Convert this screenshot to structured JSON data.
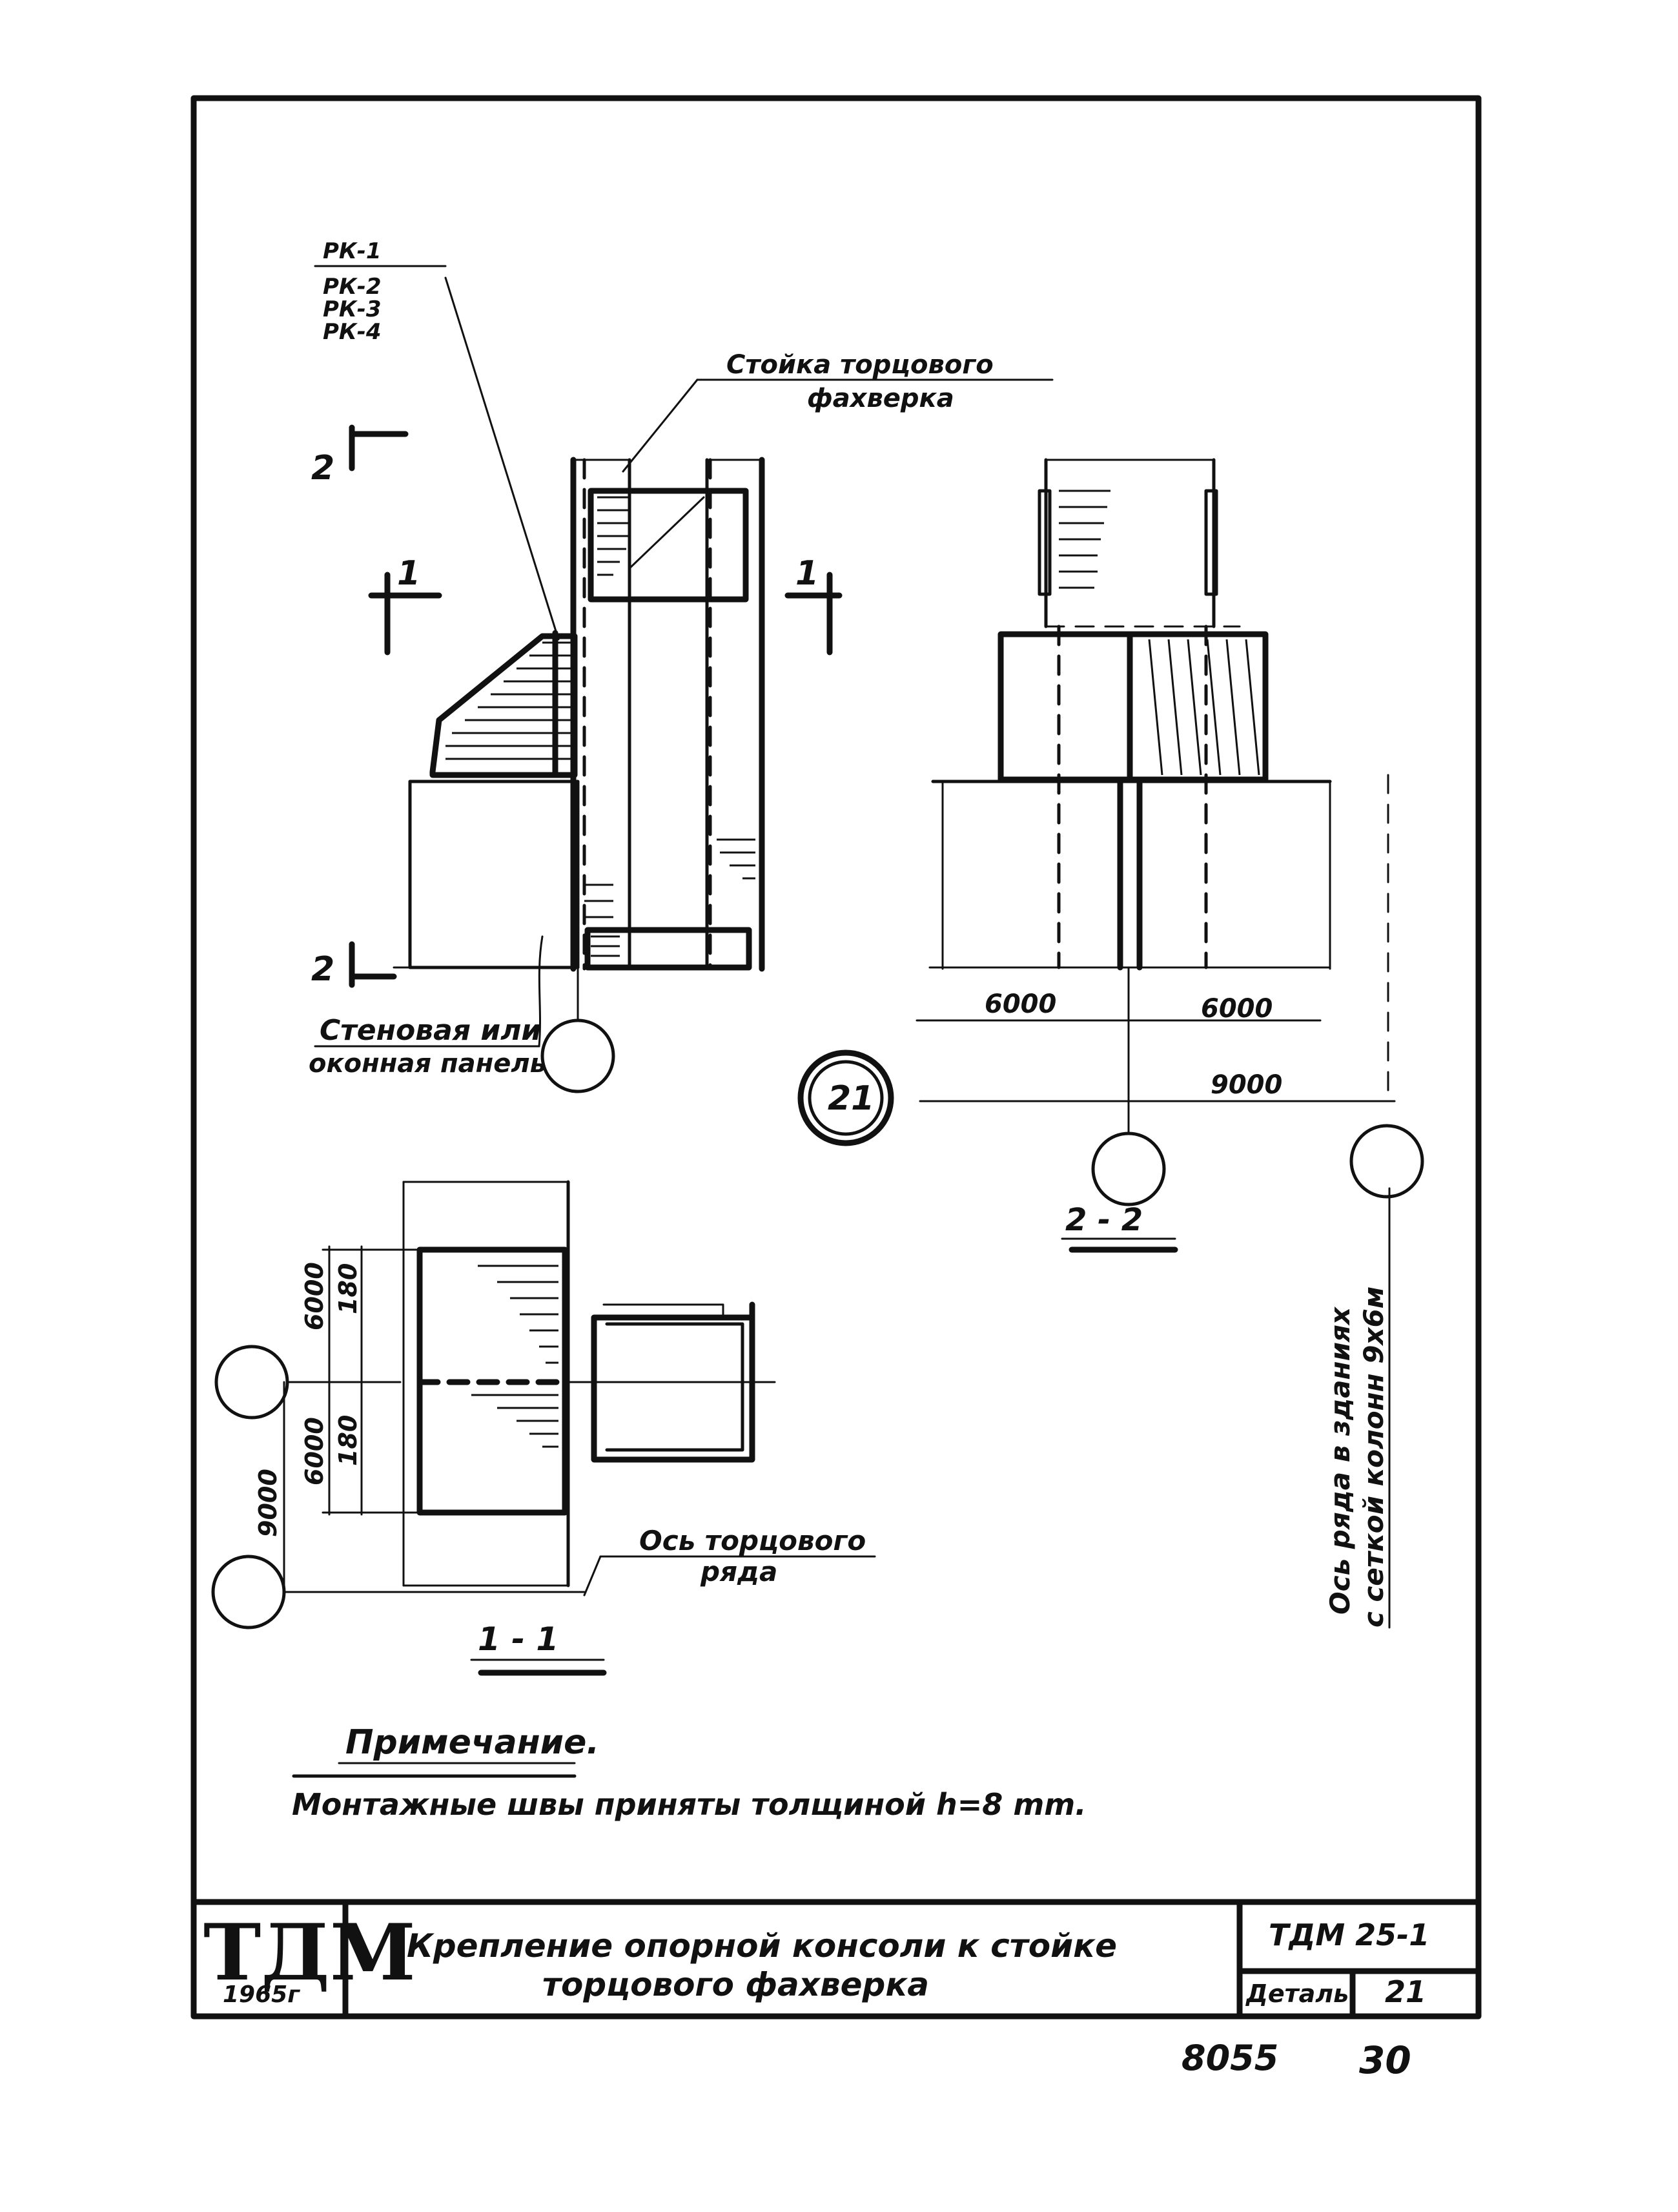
{
  "labels": {
    "rk": [
      "РК-1",
      "РК-2",
      "РК-3",
      "РК-4"
    ],
    "column_label": [
      "Стойка торцового",
      "фахверка"
    ],
    "panel_label": [
      "Стеновая или",
      "оконная панель"
    ],
    "end_axis_label": [
      "Ось торцового",
      "ряда"
    ],
    "row_axis_label": [
      "Ось ряда в зданиях",
      "с сеткой колонн 9х6м"
    ],
    "section_mark_1": "1",
    "section_mark_2": "2",
    "detail_number": "21",
    "section_1_title": "1 - 1",
    "section_2_title": "2 - 2"
  },
  "dimensions": {
    "span_left": "6000",
    "span_right": "6000",
    "span_9000": "9000",
    "v_6000_top": "6000",
    "v_6000_bottom": "6000",
    "v_9000": "9000",
    "v_180_top": "180",
    "v_180_bottom": "180"
  },
  "note": {
    "title": "Примечание.",
    "text": "Монтажные швы приняты толщиной h=8 mm."
  },
  "title_block": {
    "logo": "ТДМ",
    "year": "1965г",
    "title_line1": "Крепление опорной консоли к стойке",
    "title_line2": "торцового фахверка",
    "series": "ТДМ 25-1",
    "detail_label": "Деталь",
    "detail_value": "21"
  },
  "footer": {
    "number_left": "8055",
    "number_right": "30"
  }
}
